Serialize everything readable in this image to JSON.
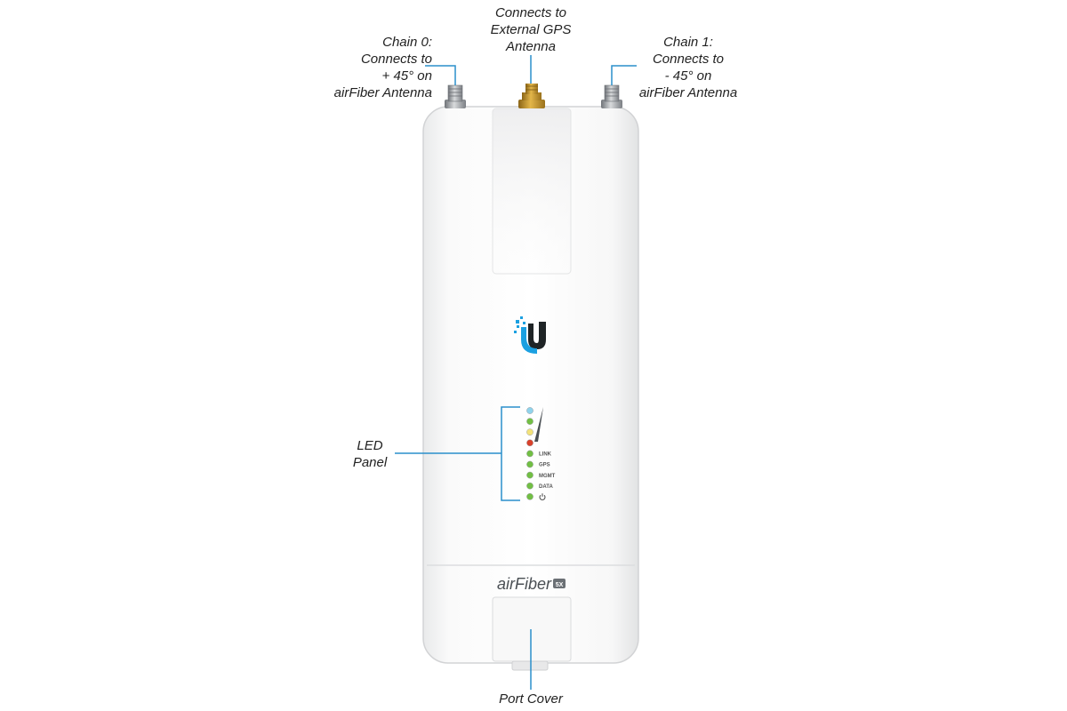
{
  "callouts": {
    "chain0": [
      "Chain 0:",
      "Connects to",
      "+ 45° on",
      "airFiber Antenna"
    ],
    "gps": [
      "Connects to",
      "External GPS",
      "Antenna"
    ],
    "chain1": [
      "Chain 1:",
      "Connects to",
      "- 45° on",
      "airFiber Antenna"
    ],
    "led_panel": [
      "LED",
      "Panel"
    ],
    "port_cover": "Port Cover"
  },
  "device": {
    "brand_name": "airFiber",
    "model_badge": "5X",
    "logo_icon": "ubiquiti-u-logo-icon"
  },
  "led_panel": {
    "leds": [
      {
        "color": "#8fd3ec",
        "label": ""
      },
      {
        "color": "#72bf44",
        "label": ""
      },
      {
        "color": "#f3e27a",
        "label": ""
      },
      {
        "color": "#d9412b",
        "label": ""
      },
      {
        "color": "#72bf44",
        "label": "LINK"
      },
      {
        "color": "#72bf44",
        "label": "GPS"
      },
      {
        "color": "#72bf44",
        "label": "MGMT"
      },
      {
        "color": "#72bf44",
        "label": "DATA"
      },
      {
        "color": "#72bf44",
        "label": "power-icon"
      }
    ]
  },
  "colors": {
    "callout_line": "#2a8fcb",
    "connector_gold": "#c9962a",
    "connector_silver": "#a9adb1",
    "logo_blue": "#1ba0e1"
  }
}
